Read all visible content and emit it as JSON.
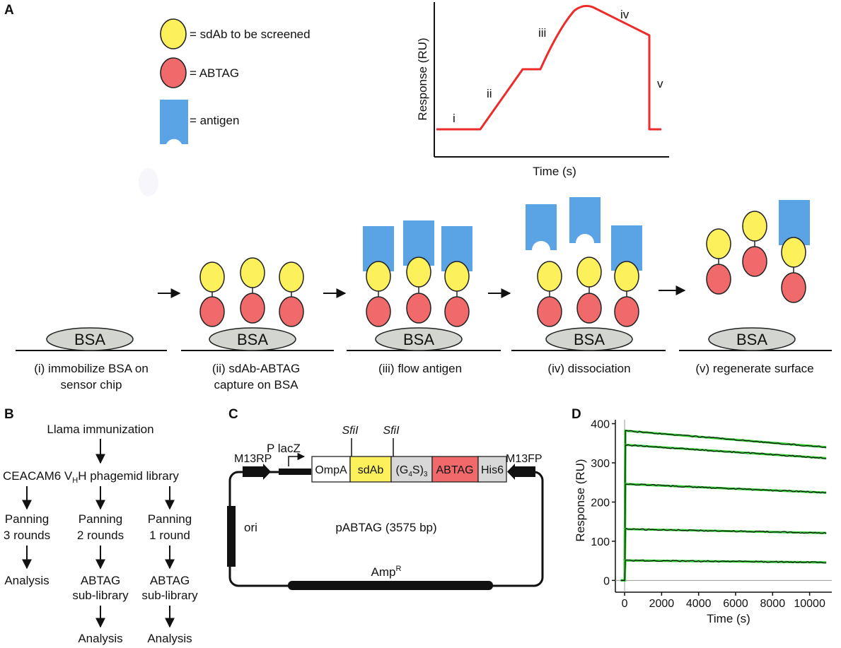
{
  "colors": {
    "sdab": "#fcf15b",
    "abtag": "#f0696b",
    "antigen": "#5aa3e4",
    "bsa": "#d3d6d0",
    "sensorgram": "#ed2b2b",
    "fit": "#2fcd2f",
    "trace": "#111111"
  },
  "panelA": {
    "label": "A",
    "legend": {
      "sdab": "= sdAb to be screened",
      "abtag": "= ABTAG",
      "antigen": "= antigen"
    },
    "sensorgram": {
      "ylabel": "Response (RU)",
      "xlabel": "Time (s)",
      "phases": [
        "i",
        "ii",
        "iii",
        "iv",
        "v"
      ]
    },
    "bsa": "BSA",
    "steps": [
      {
        "line1": "(i) immobilize BSA on",
        "line2": "sensor chip"
      },
      {
        "line1": "(ii) sdAb-ABTAG",
        "line2": "capture on BSA"
      },
      {
        "line1": "(iii) flow antigen",
        "line2": ""
      },
      {
        "line1": "(iv) dissociation",
        "line2": ""
      },
      {
        "line1": "(v) regenerate surface",
        "line2": ""
      }
    ]
  },
  "panelB": {
    "label": "B",
    "top": "Llama immunization",
    "library": {
      "pre": "CEACAM6 V",
      "sub": "H",
      "post": "H phagemid library"
    },
    "columns": [
      {
        "p1": "Panning",
        "p2": "3 rounds",
        "s1": "Analysis",
        "s2": "",
        "s3": "",
        "end": ""
      },
      {
        "p1": "Panning",
        "p2": "2 rounds",
        "s1": "ABTAG",
        "s2": "sub-library",
        "s3": "",
        "end": "Analysis"
      },
      {
        "p1": "Panning",
        "p2": "1 round",
        "s1": "ABTAG",
        "s2": "sub-library",
        "s3": "",
        "end": "Analysis"
      }
    ]
  },
  "panelC": {
    "label": "C",
    "plac": "P lacZ",
    "sfi": "SfiI",
    "m13rp": "M13RP",
    "m13fp": "M13FP",
    "boxes": {
      "ompa": "OmpA",
      "sdab": "sdAb",
      "g4s_pre": "(G",
      "g4s_sub": "4",
      "g4s_mid": "S)",
      "g4s_sub2": "3",
      "abtag": "ABTAG",
      "his6": "His6"
    },
    "ori": "ori",
    "plasmid": "pABTAG (3575 bp)",
    "amp": "Amp",
    "amp_sup": "R"
  },
  "panelD": {
    "label": "D",
    "ylabel": "Response (RU)",
    "xlabel": "Time (s)",
    "xticks": [
      "0",
      "2000",
      "4000",
      "6000",
      "8000",
      "10000"
    ],
    "yticks": [
      "0",
      "100",
      "200",
      "300",
      "400"
    ]
  },
  "chart_data": {
    "type": "line",
    "xlabel": "Time (s)",
    "ylabel": "Response (RU)",
    "xlim": [
      -500,
      11200
    ],
    "ylim": [
      -30,
      410
    ],
    "grid": false,
    "series": [
      {
        "x": [
          0,
          10900
        ],
        "values": [
          382,
          340
        ]
      },
      {
        "x": [
          0,
          10900
        ],
        "values": [
          346,
          312
        ]
      },
      {
        "x": [
          0,
          10900
        ],
        "values": [
          246,
          224
        ]
      },
      {
        "x": [
          0,
          10900
        ],
        "values": [
          131,
          121
        ]
      },
      {
        "x": [
          0,
          10900
        ],
        "values": [
          51,
          46
        ]
      }
    ]
  }
}
